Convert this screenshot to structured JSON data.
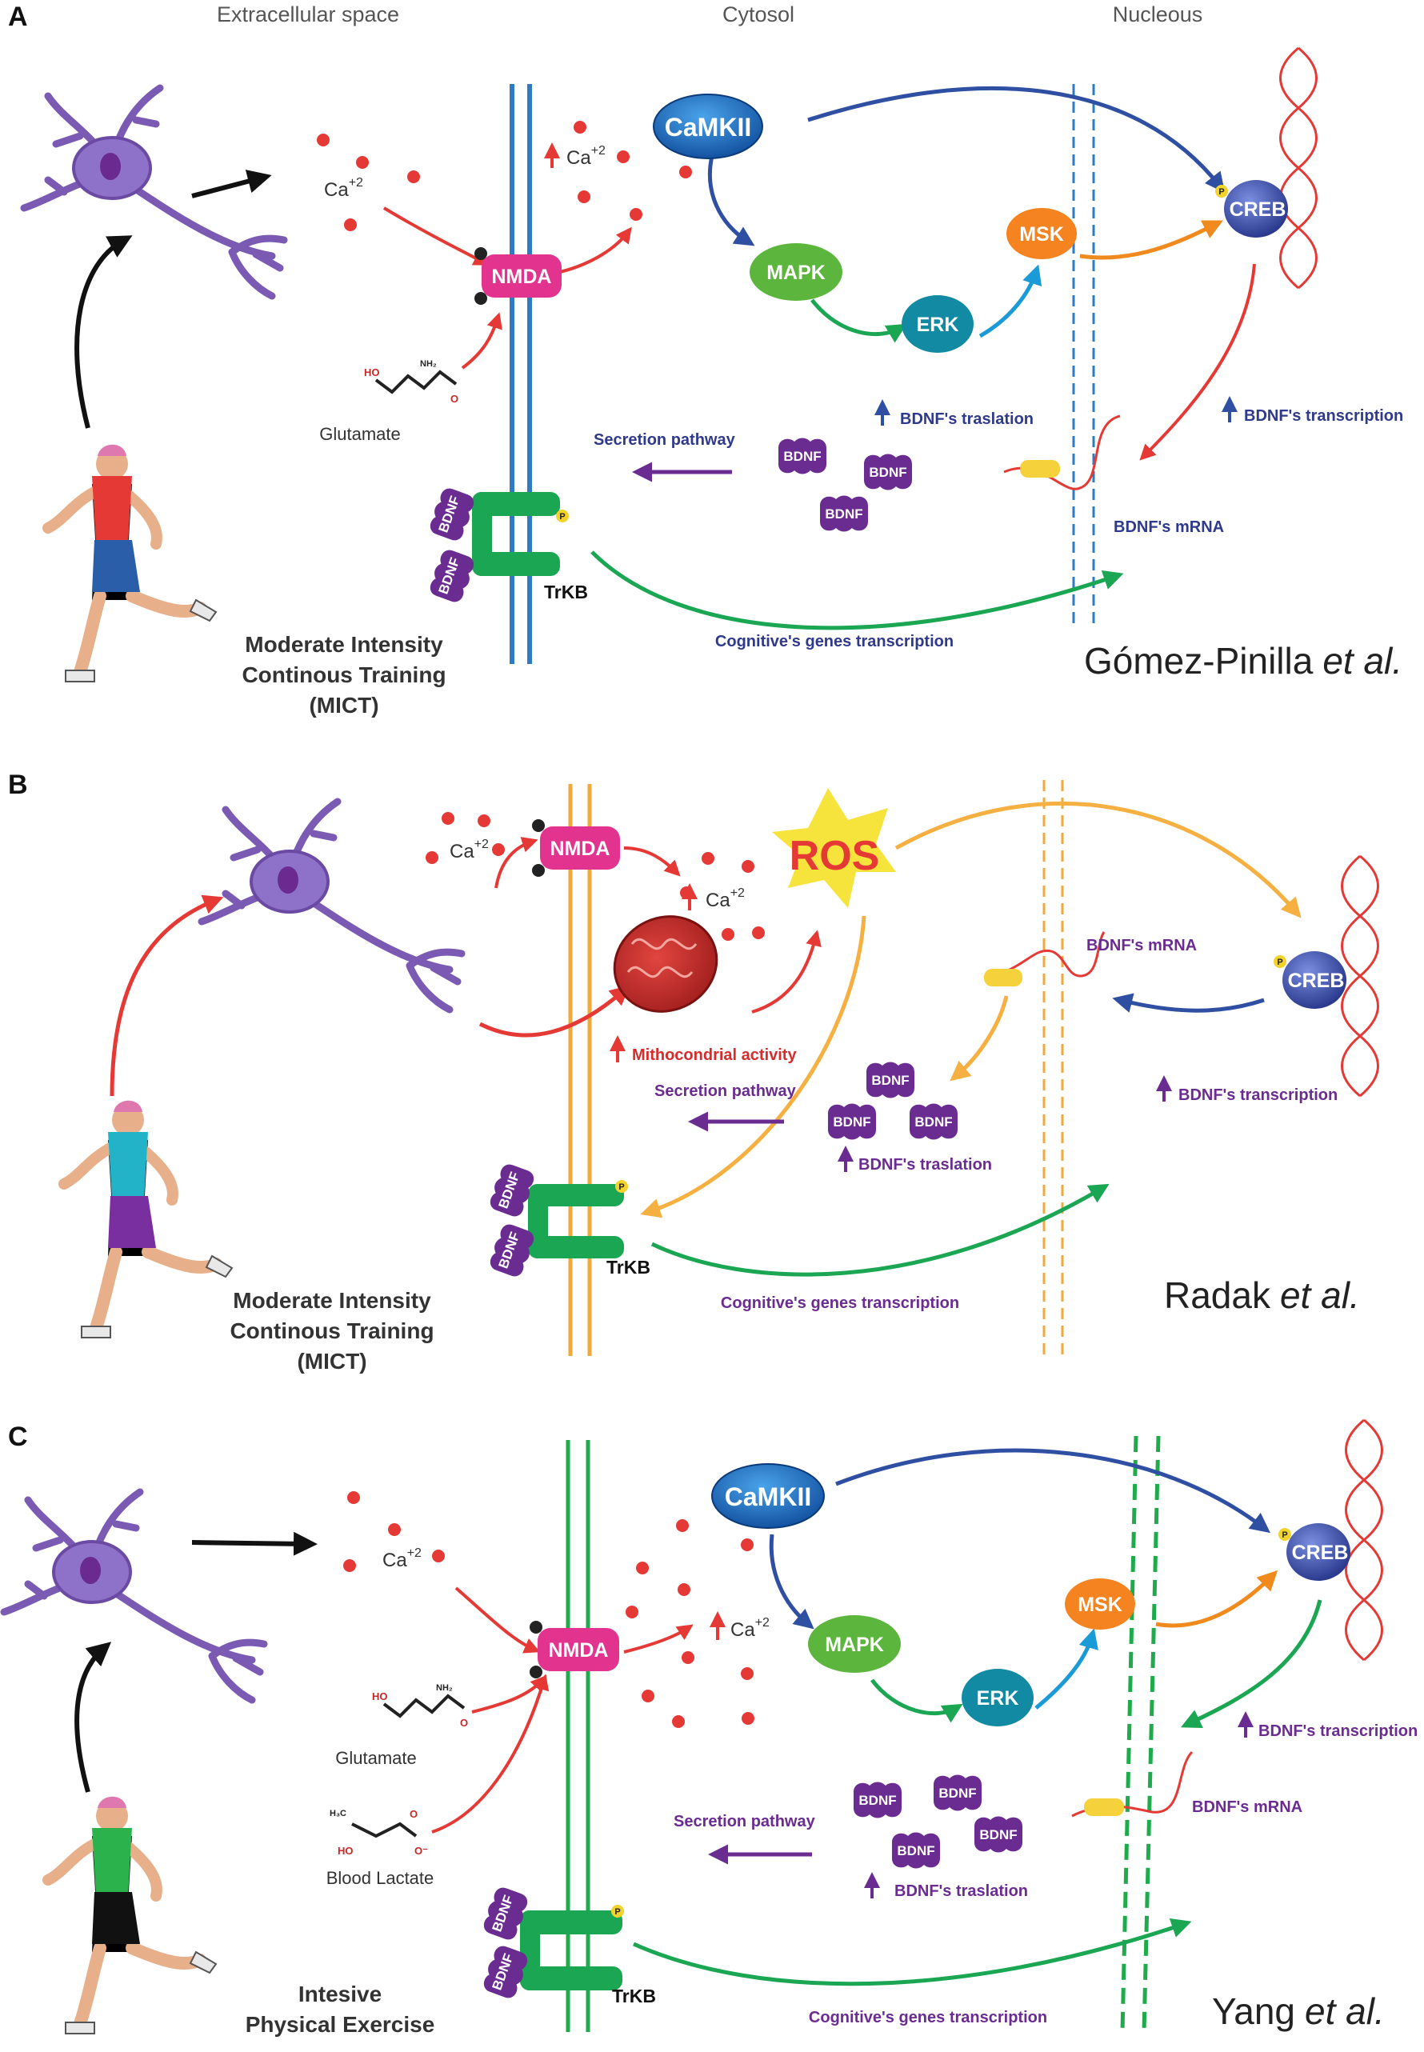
{
  "headers": {
    "extracellular": "Extracellular space",
    "cytosol": "Cytosol",
    "nucleus": "Nucleous"
  },
  "colors": {
    "membrane_a": "#2e7bc4",
    "membrane_b": "#f2a93b",
    "membrane_c": "#1faa4b",
    "arrow_red": "#e53935",
    "arrow_blue": "#2f4fa2",
    "arrow_green": "#1aa652",
    "arrow_purple": "#6b2c91",
    "arrow_orange": "#f08a1c",
    "arrow_yellow": "#f5b041"
  },
  "panels": [
    {
      "label": "A",
      "ca": "Ca",
      "ca_sup": "+2",
      "ca_up": "Ca",
      "ca_up_sup": "+2",
      "nmda": "NMDA",
      "glutamate": "Glutamate",
      "camkii": "CaMKII",
      "mapk": "MAPK",
      "erk": "ERK",
      "msk": "MSK",
      "creb": "CREB",
      "p": "P",
      "bdnf_translation": "BDNF's traslation",
      "bdnf_transcription": "BDNF's transcription",
      "secretion": "Secretion pathway",
      "bdnf": "BDNF",
      "bdnf_mrna": "BDNF's mRNA",
      "trkb": "TrKB",
      "cognitive": "Cognitive's genes transcription",
      "exercise": [
        "Moderate Intensity",
        "Continous Training",
        "(MICT)"
      ],
      "author": "Gómez-Pinilla",
      "author_etal": "et al."
    },
    {
      "label": "B",
      "ca": "Ca",
      "ca_sup": "+2",
      "ca_up": "Ca",
      "ca_up_sup": "+2",
      "nmda": "NMDA",
      "ros": "ROS",
      "mito": "Mithocondrial activity",
      "creb": "CREB",
      "p": "P",
      "bdnf_mrna": "BDNF's mRNA",
      "secretion": "Secretion pathway",
      "bdnf": "BDNF",
      "bdnf_translation": "BDNF's traslation",
      "bdnf_transcription": "BDNF's transcription",
      "trkb": "TrKB",
      "cognitive": "Cognitive's genes transcription",
      "exercise": [
        "Moderate Intensity",
        "Continous Training",
        "(MICT)"
      ],
      "author": "Radak",
      "author_etal": "et al."
    },
    {
      "label": "C",
      "ca": "Ca",
      "ca_sup": "+2",
      "ca_up": "Ca",
      "ca_up_sup": "+2",
      "nmda": "NMDA",
      "glutamate": "Glutamate",
      "lactate": "Blood Lactate",
      "camkii": "CaMKII",
      "mapk": "MAPK",
      "erk": "ERK",
      "msk": "MSK",
      "creb": "CREB",
      "p": "P",
      "bdnf_transcription": "BDNF's transcription",
      "bdnf_mrna": "BDNF's mRNA",
      "secretion": "Secretion pathway",
      "bdnf": "BDNF",
      "bdnf_translation": "BDNF's traslation",
      "trkb": "TrKB",
      "cognitive": "Cognitive's genes transcription",
      "exercise": [
        "Intesive",
        "Physical Exercise"
      ],
      "author": "Yang",
      "author_etal": "et al."
    }
  ]
}
